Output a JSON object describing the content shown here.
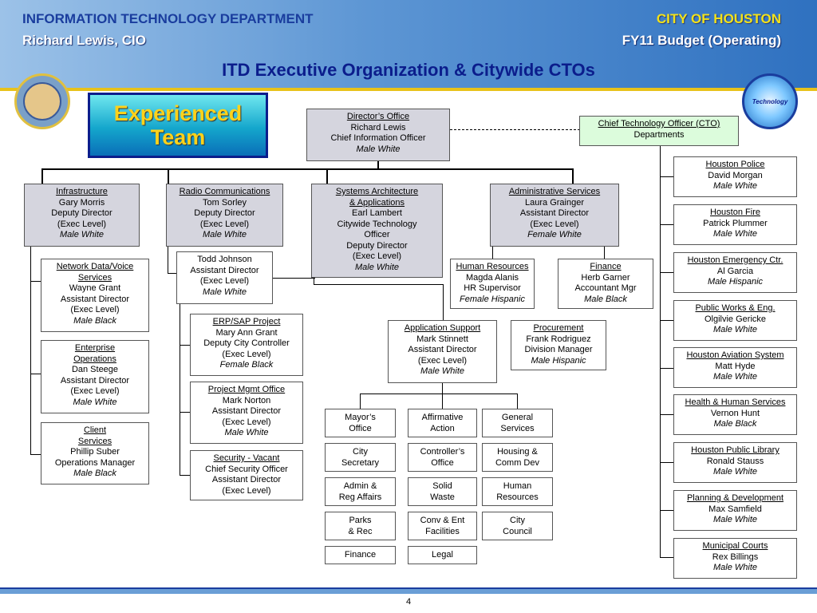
{
  "header": {
    "department": "INFORMATION TECHNOLOGY DEPARTMENT",
    "cio": "Richard Lewis, CIO",
    "city": "CITY OF HOUSTON",
    "budget": "FY11 Budget (Operating)",
    "title": "ITD Executive Organization & Citywide CTOs"
  },
  "badge": {
    "line1": "Experienced",
    "line2": "Team"
  },
  "nodes": {
    "director": [
      "Director’s Office",
      "Richard Lewis",
      "Chief Information Officer",
      "Male White"
    ],
    "cto": [
      "Chief Technology Officer (CTO)",
      "Departments"
    ],
    "infrastructure": [
      "Infrastructure",
      "Gary Morris",
      "Deputy Director",
      "(Exec Level)",
      "Male White"
    ],
    "radio": [
      "Radio Communications",
      "Tom Sorley",
      "Deputy Director",
      "(Exec Level)",
      "Male White"
    ],
    "systems": [
      "Systems  Architecture",
      "&  Applications",
      "Earl Lambert",
      "Citywide Technology",
      "Officer",
      "Deputy Director",
      "(Exec Level)",
      "Male White"
    ],
    "admin": [
      "Administrative Services",
      "Laura Grainger",
      "Assistant Director",
      "(Exec Level)",
      "Female White"
    ],
    "network": [
      "Network Data/Voice",
      "Services",
      "Wayne Grant",
      "Assistant Director",
      "(Exec Level)",
      "Male Black"
    ],
    "enterprise": [
      "Enterprise",
      "Operations",
      "Dan Steege",
      "Assistant Director",
      "(Exec Level)",
      "Male White"
    ],
    "client": [
      "Client",
      "Services",
      "Phillip Suber",
      "Operations Manager",
      "Male Black"
    ],
    "todd": [
      "Todd Johnson",
      "Assistant Director",
      "(Exec Level)",
      "Male White"
    ],
    "erp": [
      "ERP/SAP Project",
      "Mary Ann Grant",
      "Deputy City Controller",
      "(Exec Level)",
      "Female Black"
    ],
    "pmo": [
      "Project Mgmt Office",
      "Mark Norton",
      "Assistant Director",
      "(Exec Level)",
      "Male White"
    ],
    "security": [
      "Security - Vacant",
      "Chief Security Officer",
      "Assistant Director",
      "(Exec Level)"
    ],
    "hr": [
      "Human Resources",
      "Magda Alanis",
      "HR Supervisor",
      "Female Hispanic"
    ],
    "finance": [
      "Finance",
      "Herb Garner",
      "Accountant Mgr",
      "Male Black"
    ],
    "appsupport": [
      "Application Support",
      "Mark Stinnett",
      "Assistant Director",
      "(Exec Level)",
      "Male White"
    ],
    "procurement": [
      "Procurement",
      "Frank Rodriguez",
      "Division Manager",
      "Male Hispanic"
    ]
  },
  "customers": [
    [
      "Mayor’s",
      "Office"
    ],
    [
      "Affirmative",
      "Action"
    ],
    [
      "General",
      "Services"
    ],
    [
      "City",
      "Secretary"
    ],
    [
      "Controller’s",
      "Office"
    ],
    [
      "Housing &",
      "Comm Dev"
    ],
    [
      "Admin &",
      "Reg Affairs"
    ],
    [
      "Solid",
      "Waste"
    ],
    [
      "Human",
      "Resources"
    ],
    [
      "Parks",
      "& Rec"
    ],
    [
      "Conv & Ent",
      "Facilities"
    ],
    [
      "City",
      "Council"
    ],
    [
      "Finance"
    ],
    [
      "Legal"
    ]
  ],
  "ctos": [
    [
      "Houston Police",
      "David Morgan",
      "Male White"
    ],
    [
      "Houston Fire",
      "Patrick Plummer",
      "Male White"
    ],
    [
      "Houston Emergency Ctr.",
      "Al Garcia",
      "Male Hispanic"
    ],
    [
      "Public Works & Eng.",
      "Olgilvie Gericke",
      "Male White"
    ],
    [
      "Houston Aviation System",
      "Matt Hyde",
      "Male White"
    ],
    [
      "Health & Human Services",
      "Vernon Hunt",
      "Male Black"
    ],
    [
      "Houston Public Library",
      "Ronald Stauss",
      "Male White"
    ],
    [
      "Planning & Development",
      "Max Samfield",
      "Male White"
    ],
    [
      "Municipal Courts",
      "Rex Billings",
      "Male White"
    ]
  ],
  "logo": {
    "text": "Technology"
  },
  "footer": {
    "page": "4"
  },
  "colors": {
    "title": "#0b1d8c",
    "accent": "#e8c21a",
    "badge_text": "#ffd21a"
  }
}
